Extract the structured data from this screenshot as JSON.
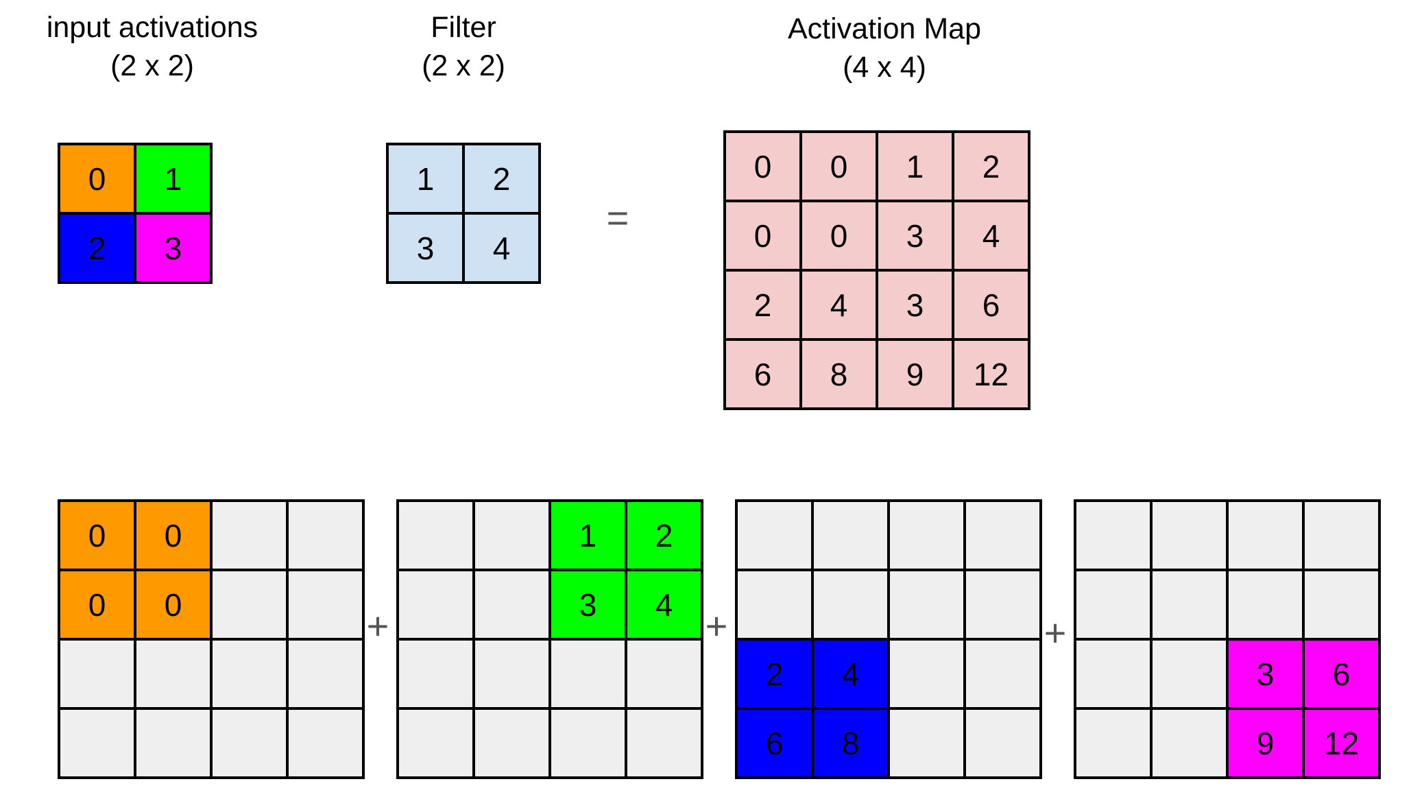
{
  "headings": {
    "input": [
      "input activations",
      "(2 x 2)"
    ],
    "filter": [
      "Filter",
      "(2 x 2)"
    ],
    "map": [
      "Activation Map",
      "(4 x 4)"
    ]
  },
  "operators": {
    "equals": "=",
    "plus": "+"
  },
  "colors": {
    "orange": "#ff9900",
    "green": "#00ff00",
    "blue": "#0000ff",
    "magenta": "#ff00ff",
    "filter_bg": "#cfe2f3",
    "map_bg": "#f4cccc",
    "empty": "#efefef"
  },
  "input_grid": [
    [
      {
        "v": "0",
        "c": "orange"
      },
      {
        "v": "1",
        "c": "green"
      }
    ],
    [
      {
        "v": "2",
        "c": "blue"
      },
      {
        "v": "3",
        "c": "magenta"
      }
    ]
  ],
  "filter_grid": [
    [
      {
        "v": "1",
        "c": "filter_bg"
      },
      {
        "v": "2",
        "c": "filter_bg"
      }
    ],
    [
      {
        "v": "3",
        "c": "filter_bg"
      },
      {
        "v": "4",
        "c": "filter_bg"
      }
    ]
  ],
  "map_grid": [
    [
      {
        "v": "0",
        "c": "map_bg"
      },
      {
        "v": "0",
        "c": "map_bg"
      },
      {
        "v": "1",
        "c": "map_bg"
      },
      {
        "v": "2",
        "c": "map_bg"
      }
    ],
    [
      {
        "v": "0",
        "c": "map_bg"
      },
      {
        "v": "0",
        "c": "map_bg"
      },
      {
        "v": "3",
        "c": "map_bg"
      },
      {
        "v": "4",
        "c": "map_bg"
      }
    ],
    [
      {
        "v": "2",
        "c": "map_bg"
      },
      {
        "v": "4",
        "c": "map_bg"
      },
      {
        "v": "3",
        "c": "map_bg"
      },
      {
        "v": "6",
        "c": "map_bg"
      }
    ],
    [
      {
        "v": "6",
        "c": "map_bg"
      },
      {
        "v": "8",
        "c": "map_bg"
      },
      {
        "v": "9",
        "c": "map_bg"
      },
      {
        "v": "12",
        "c": "map_bg"
      }
    ]
  ],
  "partial_grids": [
    [
      [
        {
          "v": "0",
          "c": "orange"
        },
        {
          "v": "0",
          "c": "orange"
        },
        {
          "v": "",
          "c": "empty"
        },
        {
          "v": "",
          "c": "empty"
        }
      ],
      [
        {
          "v": "0",
          "c": "orange"
        },
        {
          "v": "0",
          "c": "orange"
        },
        {
          "v": "",
          "c": "empty"
        },
        {
          "v": "",
          "c": "empty"
        }
      ],
      [
        {
          "v": "",
          "c": "empty"
        },
        {
          "v": "",
          "c": "empty"
        },
        {
          "v": "",
          "c": "empty"
        },
        {
          "v": "",
          "c": "empty"
        }
      ],
      [
        {
          "v": "",
          "c": "empty"
        },
        {
          "v": "",
          "c": "empty"
        },
        {
          "v": "",
          "c": "empty"
        },
        {
          "v": "",
          "c": "empty"
        }
      ]
    ],
    [
      [
        {
          "v": "",
          "c": "empty"
        },
        {
          "v": "",
          "c": "empty"
        },
        {
          "v": "1",
          "c": "green"
        },
        {
          "v": "2",
          "c": "green"
        }
      ],
      [
        {
          "v": "",
          "c": "empty"
        },
        {
          "v": "",
          "c": "empty"
        },
        {
          "v": "3",
          "c": "green"
        },
        {
          "v": "4",
          "c": "green"
        }
      ],
      [
        {
          "v": "",
          "c": "empty"
        },
        {
          "v": "",
          "c": "empty"
        },
        {
          "v": "",
          "c": "empty"
        },
        {
          "v": "",
          "c": "empty"
        }
      ],
      [
        {
          "v": "",
          "c": "empty"
        },
        {
          "v": "",
          "c": "empty"
        },
        {
          "v": "",
          "c": "empty"
        },
        {
          "v": "",
          "c": "empty"
        }
      ]
    ],
    [
      [
        {
          "v": "",
          "c": "empty"
        },
        {
          "v": "",
          "c": "empty"
        },
        {
          "v": "",
          "c": "empty"
        },
        {
          "v": "",
          "c": "empty"
        }
      ],
      [
        {
          "v": "",
          "c": "empty"
        },
        {
          "v": "",
          "c": "empty"
        },
        {
          "v": "",
          "c": "empty"
        },
        {
          "v": "",
          "c": "empty"
        }
      ],
      [
        {
          "v": "2",
          "c": "blue"
        },
        {
          "v": "4",
          "c": "blue"
        },
        {
          "v": "",
          "c": "empty"
        },
        {
          "v": "",
          "c": "empty"
        }
      ],
      [
        {
          "v": "6",
          "c": "blue"
        },
        {
          "v": "8",
          "c": "blue"
        },
        {
          "v": "",
          "c": "empty"
        },
        {
          "v": "",
          "c": "empty"
        }
      ]
    ],
    [
      [
        {
          "v": "",
          "c": "empty"
        },
        {
          "v": "",
          "c": "empty"
        },
        {
          "v": "",
          "c": "empty"
        },
        {
          "v": "",
          "c": "empty"
        }
      ],
      [
        {
          "v": "",
          "c": "empty"
        },
        {
          "v": "",
          "c": "empty"
        },
        {
          "v": "",
          "c": "empty"
        },
        {
          "v": "",
          "c": "empty"
        }
      ],
      [
        {
          "v": "",
          "c": "empty"
        },
        {
          "v": "",
          "c": "empty"
        },
        {
          "v": "3",
          "c": "magenta"
        },
        {
          "v": "6",
          "c": "magenta"
        }
      ],
      [
        {
          "v": "",
          "c": "empty"
        },
        {
          "v": "",
          "c": "empty"
        },
        {
          "v": "9",
          "c": "magenta"
        },
        {
          "v": "12",
          "c": "magenta"
        }
      ]
    ]
  ]
}
